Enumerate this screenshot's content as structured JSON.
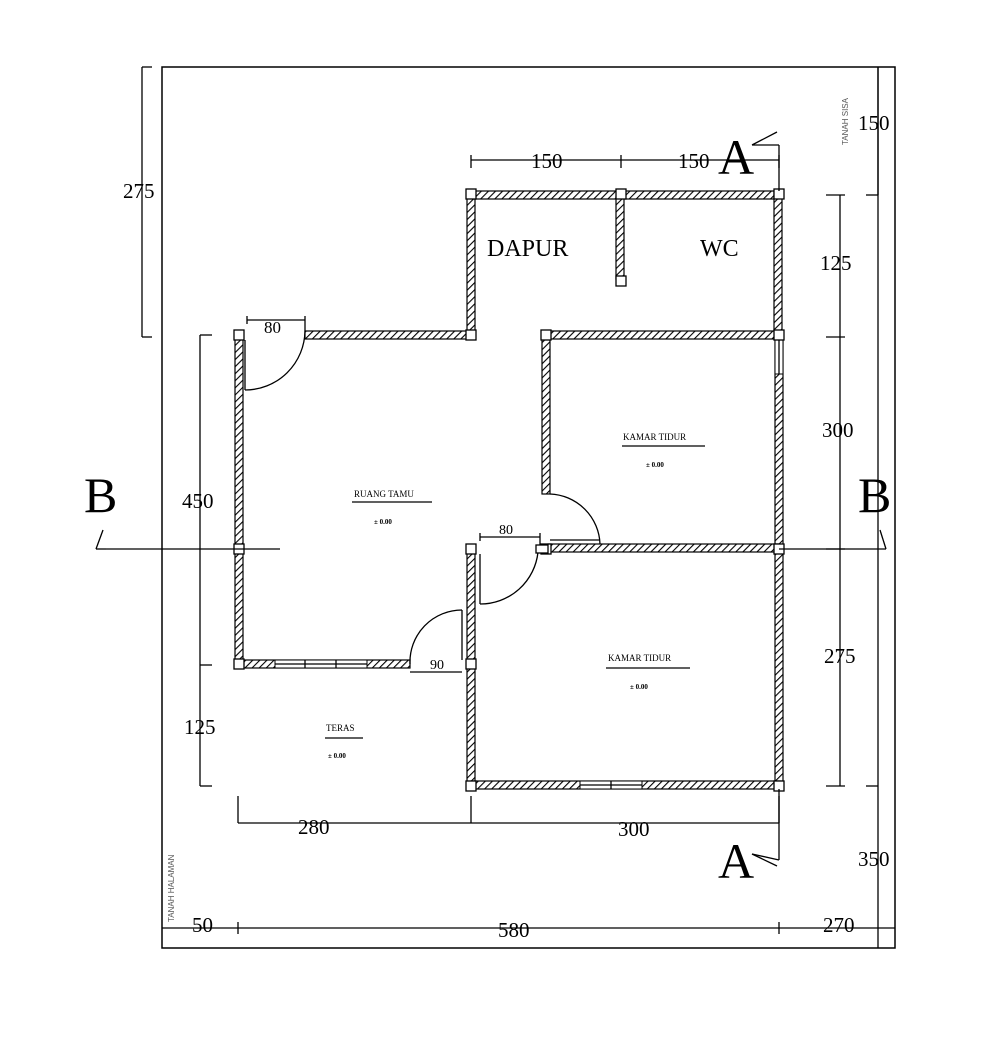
{
  "rooms": {
    "dapur": "DAPUR",
    "wc": "WC",
    "ruang_tamu": "RUANG TAMU",
    "kamar_tidur_1": "KAMAR TIDUR",
    "kamar_tidur_2": "KAMAR TIDUR",
    "teras": "TERAS"
  },
  "levels": {
    "ruang_tamu": "± 0.00",
    "kamar_tidur_1": "± 0.00",
    "kamar_tidur_2": "± 0.00",
    "teras": "± 0.00"
  },
  "section_marks": {
    "a_top": "A",
    "a_bottom": "A",
    "b_left": "B",
    "b_right": "B"
  },
  "dimensions": {
    "top_left": "150",
    "top_right": "150",
    "left_upper": "275",
    "left_main": "450",
    "left_lower": "125",
    "right_top": "150",
    "right_wc": "125",
    "right_bed1": "300",
    "right_bed2": "275",
    "right_bottom": "350",
    "bottom_left": "280",
    "bottom_right": "300",
    "base_left": "50",
    "base_mid": "580",
    "base_right": "270",
    "door_main": "80",
    "door_bed1": "80",
    "door_front": "90"
  },
  "side_labels": {
    "tanah_sisa": "TANAH SISA",
    "tanah_halaman": "TANAH HALAMAN"
  }
}
